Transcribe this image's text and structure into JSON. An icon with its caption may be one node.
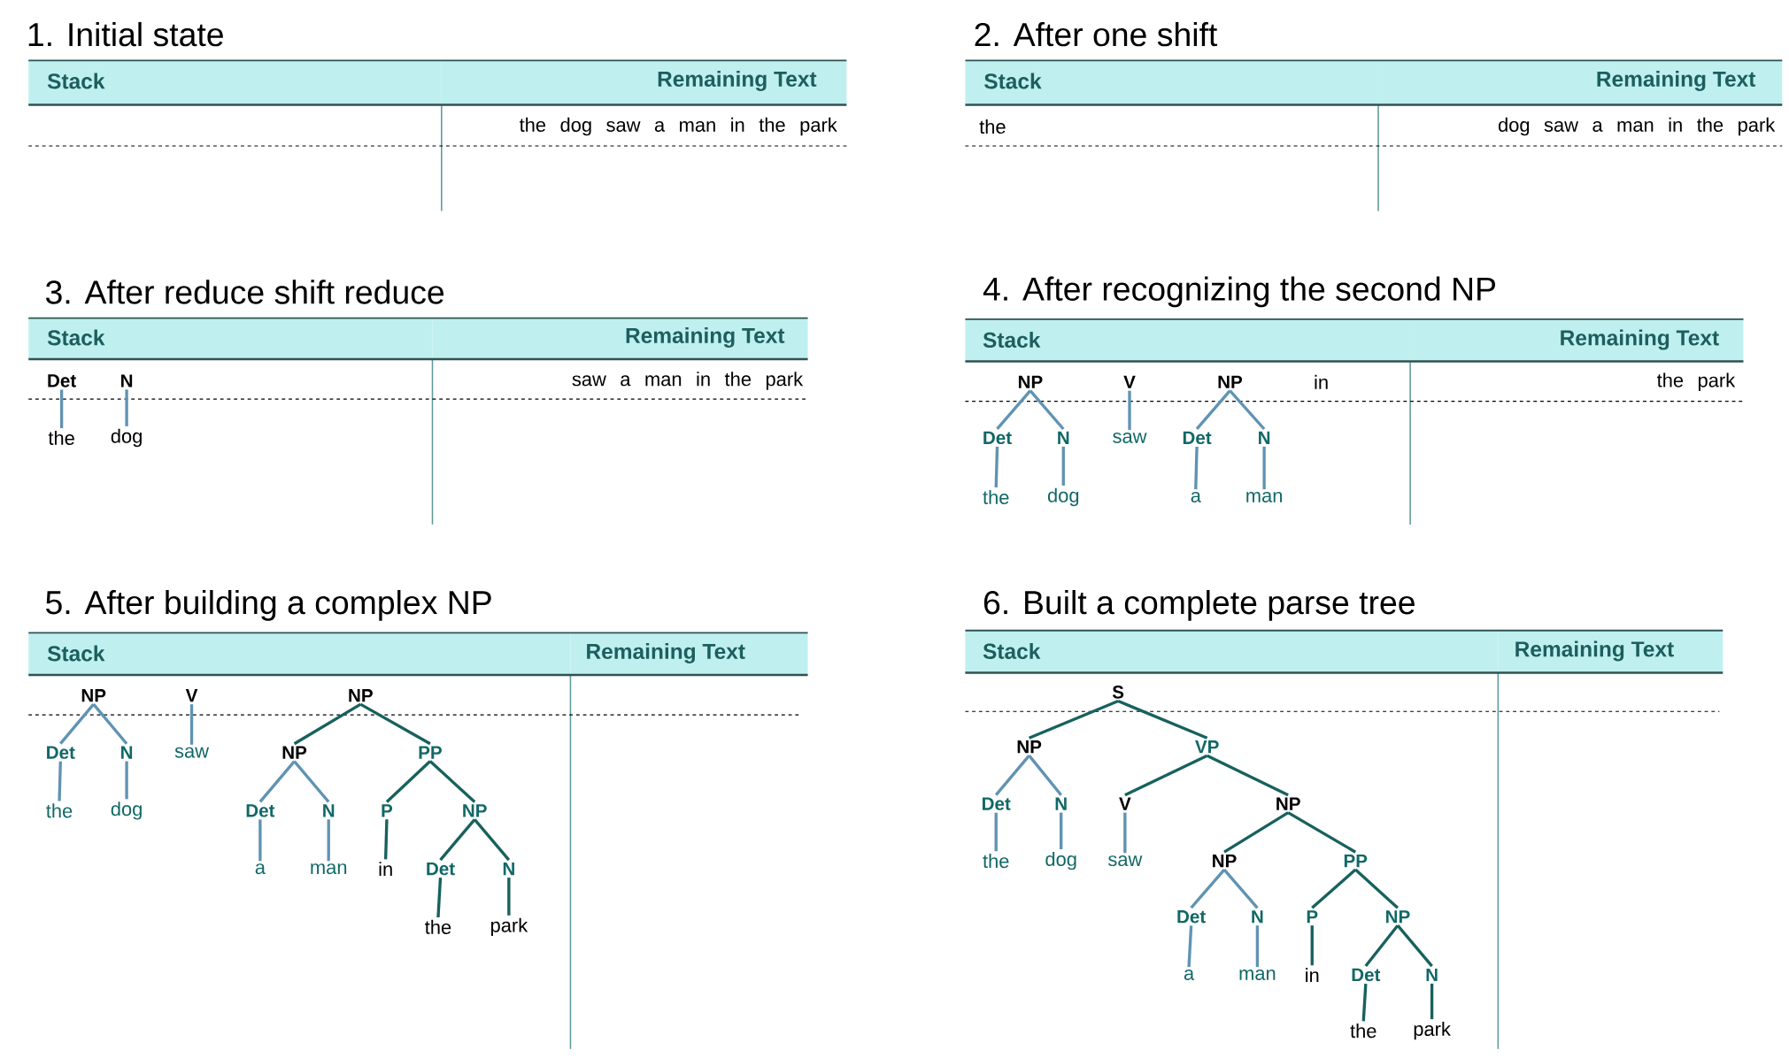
{
  "diagram": {
    "nodes": [
      {
        "text": [
          "Det"
        ]
      },
      {
        "text": [
          "N"
        ]
      },
      {
        "text": [
          "the"
        ]
      },
      {
        "text": [
          "dog"
        ]
      },
      {
        "text": [
          "NP"
        ]
      },
      {
        "text": [
          "V"
        ]
      },
      {
        "text": [
          "NP"
        ]
      },
      {
        "text": [
          "Det"
        ]
      },
      {
        "text": [
          "N"
        ]
      },
      {
        "text": [
          "saw"
        ]
      },
      {
        "text": [
          "Det"
        ]
      },
      {
        "text": [
          "N"
        ]
      },
      {
        "text": [
          "the"
        ]
      },
      {
        "text": [
          "dog"
        ]
      },
      {
        "text": [
          "a"
        ]
      },
      {
        "text": [
          "man"
        ]
      },
      {
        "text": [
          "NP"
        ]
      },
      {
        "text": [
          "V"
        ]
      },
      {
        "text": [
          "NP"
        ]
      },
      {
        "text": [
          "Det"
        ]
      },
      {
        "text": [
          "N"
        ]
      },
      {
        "text": [
          "saw"
        ]
      },
      {
        "text": [
          "NP"
        ]
      },
      {
        "text": [
          "PP"
        ]
      },
      {
        "text": [
          "the"
        ]
      },
      {
        "text": [
          "dog"
        ]
      },
      {
        "text": [
          "Det"
        ]
      },
      {
        "text": [
          "N"
        ]
      },
      {
        "text": [
          "P"
        ]
      },
      {
        "text": [
          "NP"
        ]
      },
      {
        "text": [
          "a"
        ]
      },
      {
        "text": [
          "man"
        ]
      },
      {
        "text": [
          "in"
        ]
      },
      {
        "text": [
          "Det"
        ]
      },
      {
        "text": [
          "N"
        ]
      },
      {
        "text": [
          "the"
        ]
      },
      {
        "text": [
          "park"
        ]
      },
      {
        "text": [
          "S"
        ]
      },
      {
        "text": [
          "NP"
        ]
      },
      {
        "text": [
          "VP"
        ]
      },
      {
        "text": [
          "Det"
        ]
      },
      {
        "text": [
          "N"
        ]
      },
      {
        "text": [
          "V"
        ]
      },
      {
        "text": [
          "NP"
        ]
      },
      {
        "text": [
          "the"
        ]
      },
      {
        "text": [
          "dog"
        ]
      },
      {
        "text": [
          "saw"
        ]
      },
      {
        "text": [
          "NP"
        ]
      },
      {
        "text": [
          "PP"
        ]
      },
      {
        "text": [
          "Det"
        ]
      },
      {
        "text": [
          "N"
        ]
      },
      {
        "text": [
          "P"
        ]
      },
      {
        "text": [
          "NP"
        ]
      },
      {
        "text": [
          "a"
        ]
      },
      {
        "text": [
          "man"
        ]
      },
      {
        "text": [
          "in"
        ]
      },
      {
        "text": [
          "Det"
        ]
      },
      {
        "text": [
          "N"
        ]
      },
      {
        "text": [
          "the"
        ]
      },
      {
        "text": [
          "park"
        ]
      }
    ],
    "edges": [
      {
        "from": 0,
        "to": 2,
        "arrow": "none"
      },
      {
        "from": 1,
        "to": 3,
        "arrow": "none"
      },
      {
        "from": 4,
        "to": 7,
        "arrow": "none"
      },
      {
        "from": 4,
        "to": 8,
        "arrow": "none"
      },
      {
        "from": 5,
        "to": 9,
        "arrow": "none"
      },
      {
        "from": 6,
        "to": 10,
        "arrow": "none"
      },
      {
        "from": 6,
        "to": 11,
        "arrow": "none"
      },
      {
        "from": 7,
        "to": 12,
        "arrow": "none"
      },
      {
        "from": 8,
        "to": 13,
        "arrow": "none"
      },
      {
        "from": 10,
        "to": 14,
        "arrow": "none"
      },
      {
        "from": 11,
        "to": 15,
        "arrow": "none"
      },
      {
        "from": 16,
        "to": 19,
        "arrow": "none"
      },
      {
        "from": 16,
        "to": 20,
        "arrow": "none"
      },
      {
        "from": 17,
        "to": 21,
        "arrow": "none"
      },
      {
        "from": 18,
        "to": 22,
        "arrow": "none",
        "color": "#17615e"
      },
      {
        "from": 18,
        "to": 23,
        "arrow": "none",
        "color": "#17615e"
      },
      {
        "from": 19,
        "to": 24,
        "arrow": "none"
      },
      {
        "from": 20,
        "to": 25,
        "arrow": "none"
      },
      {
        "from": 22,
        "to": 26,
        "arrow": "none"
      },
      {
        "from": 22,
        "to": 27,
        "arrow": "none"
      },
      {
        "from": 23,
        "to": 28,
        "arrow": "none",
        "color": "#17615e"
      },
      {
        "from": 23,
        "to": 29,
        "arrow": "none",
        "color": "#17615e"
      },
      {
        "from": 26,
        "to": 30,
        "arrow": "none"
      },
      {
        "from": 27,
        "to": 31,
        "arrow": "none"
      },
      {
        "from": 28,
        "to": 32,
        "arrow": "none",
        "color": "#17615e"
      },
      {
        "from": 29,
        "to": 33,
        "arrow": "none",
        "color": "#17615e"
      },
      {
        "from": 29,
        "to": 34,
        "arrow": "none",
        "color": "#17615e"
      },
      {
        "from": 33,
        "to": 35,
        "arrow": "none",
        "color": "#17615e"
      },
      {
        "from": 34,
        "to": 36,
        "arrow": "none",
        "color": "#17615e"
      },
      {
        "from": 37,
        "to": 38,
        "arrow": "none",
        "color": "#17615e"
      },
      {
        "from": 37,
        "to": 39,
        "arrow": "none",
        "color": "#17615e"
      },
      {
        "from": 38,
        "to": 40,
        "arrow": "none"
      },
      {
        "from": 38,
        "to": 41,
        "arrow": "none"
      },
      {
        "from": 39,
        "to": 42,
        "arrow": "none",
        "color": "#17615e"
      },
      {
        "from": 39,
        "to": 43,
        "arrow": "none",
        "color": "#17615e"
      },
      {
        "from": 40,
        "to": 44,
        "arrow": "none"
      },
      {
        "from": 41,
        "to": 45,
        "arrow": "none"
      },
      {
        "from": 42,
        "to": 46,
        "arrow": "none"
      },
      {
        "from": 43,
        "to": 47,
        "arrow": "none",
        "color": "#17615e"
      },
      {
        "from": 43,
        "to": 48,
        "arrow": "none",
        "color": "#17615e"
      },
      {
        "from": 47,
        "to": 49,
        "arrow": "none"
      },
      {
        "from": 47,
        "to": 50,
        "arrow": "none"
      },
      {
        "from": 48,
        "to": 51,
        "arrow": "none",
        "color": "#17615e"
      },
      {
        "from": 48,
        "to": 52,
        "arrow": "none",
        "color": "#17615e"
      },
      {
        "from": 49,
        "to": 53,
        "arrow": "none"
      },
      {
        "from": 50,
        "to": 54,
        "arrow": "none"
      },
      {
        "from": 51,
        "to": 55,
        "arrow": "none",
        "color": "#17615e"
      },
      {
        "from": 52,
        "to": 56,
        "arrow": "none",
        "color": "#17615e"
      },
      {
        "from": 52,
        "to": 57,
        "arrow": "none",
        "color": "#17615e"
      },
      {
        "from": 56,
        "to": 58,
        "arrow": "none",
        "color": "#17615e"
      },
      {
        "from": 57,
        "to": 59,
        "arrow": "none",
        "color": "#17615e"
      }
    ],
    "labels": [
      "1. Initial state",
      "2. After one shift",
      "Stack",
      "Remaining Text",
      "the dog saw a man in the park",
      "Stack",
      "Remaining Text",
      "the",
      "dog saw a man in the park",
      "3. After reduce shift reduce",
      "4. After recognizing the second NP",
      "Stack",
      "Remaining Text",
      "saw a man in the park",
      "Stack",
      "Remaining Text",
      "in",
      "the park",
      "5. After building a complex NP",
      "6. Built a complete parse tree",
      "Stack",
      "Remaining Text",
      "Stack",
      "Remaining Text"
    ]
  }
}
